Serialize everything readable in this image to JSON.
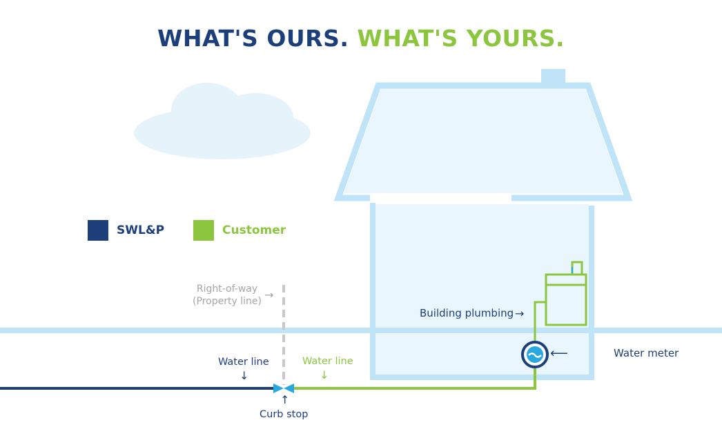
{
  "title": {
    "ours": "WHAT'S OURS.",
    "yours": "WHAT'S YOURS."
  },
  "legend": [
    {
      "label": "SWL&P",
      "color": "#1c3f7c"
    },
    {
      "label": "Customer",
      "color": "#8cc63f"
    }
  ],
  "labels": {
    "right_of_way_line1": "Right-of-way",
    "right_of_way_line2": "(Property line)",
    "building_plumbing": "Building plumbing",
    "water_meter": "Water meter",
    "water_line_utility": "Water line",
    "water_line_customer": "Water line",
    "curb_stop": "Curb stop"
  },
  "icons": [
    "cloud-icon",
    "house-outline",
    "water-meter-icon",
    "curb-stop-valve-icon",
    "water-heater-icon"
  ],
  "colors": {
    "utility": "#1c3f7c",
    "customer": "#8cc63f",
    "light_blue": "#bfe3f7",
    "house_fill": "#eaf6fd",
    "cloud": "#e5f3fb",
    "valve": "#29a8e0",
    "gray": "#c8c8c8",
    "gray_text": "#a6a6a6"
  }
}
